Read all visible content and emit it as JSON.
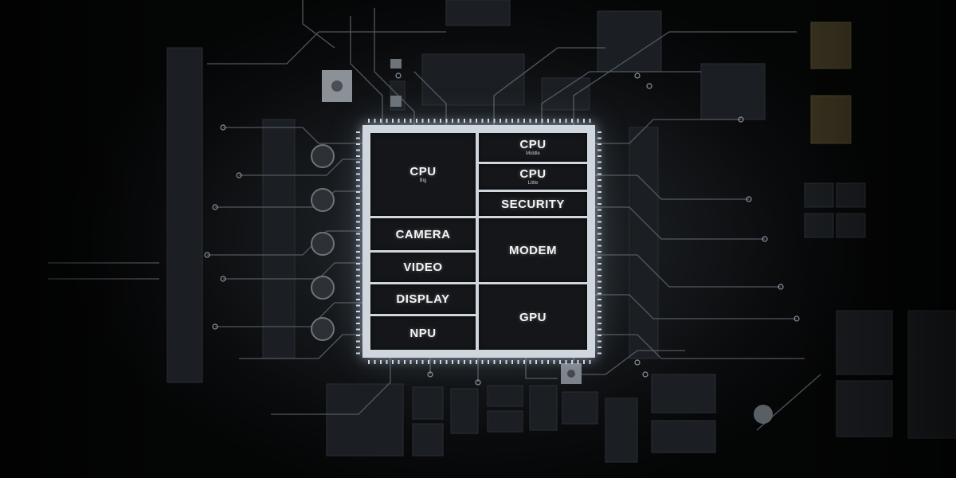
{
  "chip": {
    "cpu_big": {
      "label": "CPU",
      "sub": "Big"
    },
    "cpu_middle": {
      "label": "CPU",
      "sub": "Middle"
    },
    "cpu_little": {
      "label": "CPU",
      "sub": "Little"
    },
    "security": "SECURITY",
    "camera": "CAMERA",
    "video": "VIDEO",
    "display": "DISPLAY",
    "npu": "NPU",
    "modem": "MODEM",
    "gpu": "GPU"
  },
  "colors": {
    "background": "#050607",
    "block": "#141619",
    "chip_frame": "#cfd6dd",
    "glow": "#dbe7f5",
    "trace": "#5d6670"
  }
}
